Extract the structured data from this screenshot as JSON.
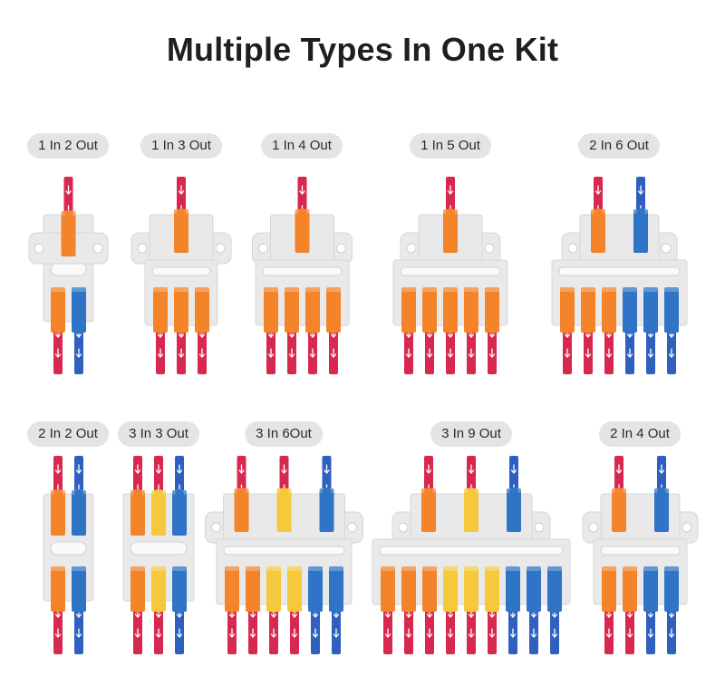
{
  "title": "Multiple Types In One Kit",
  "colors": {
    "orange": "#f3842a",
    "yellow": "#f5c93b",
    "blue": "#2f74c6",
    "red_wire": "#d9284f",
    "blue_wire": "#2f5fbf",
    "housing": "#e9e9e9",
    "label_bg": "#e4e4e4"
  },
  "connectors": [
    {
      "label": "1 In 2 Out",
      "inputs": [
        "red"
      ],
      "outputs": [
        "red",
        "blue"
      ]
    },
    {
      "label": "1 In 3 Out",
      "inputs": [
        "red"
      ],
      "outputs": [
        "red",
        "red",
        "red"
      ]
    },
    {
      "label": "1 In 4 Out",
      "inputs": [
        "red"
      ],
      "outputs": [
        "red",
        "red",
        "red",
        "red"
      ]
    },
    {
      "label": "1 In 5 Out",
      "inputs": [
        "red"
      ],
      "outputs": [
        "red",
        "red",
        "red",
        "red",
        "red"
      ]
    },
    {
      "label": "2 In 6 Out",
      "inputs": [
        "red",
        "blue"
      ],
      "outputs": [
        "red",
        "red",
        "red",
        "blue",
        "blue",
        "blue"
      ]
    },
    {
      "label": "2 In 2 Out",
      "inputs": [
        "red",
        "blue"
      ],
      "outputs": [
        "red",
        "blue"
      ]
    },
    {
      "label": "3 In 3 Out",
      "inputs": [
        "red",
        "yellow",
        "blue"
      ],
      "outputs": [
        "red",
        "yellow",
        "blue"
      ]
    },
    {
      "label": "3 In 6Out",
      "inputs": [
        "red",
        "yellow",
        "blue"
      ],
      "outputs": [
        "red",
        "red",
        "yellow",
        "yellow",
        "blue",
        "blue"
      ]
    },
    {
      "label": "3 In 9 Out",
      "inputs": [
        "red",
        "yellow",
        "blue"
      ],
      "outputs": [
        "red",
        "red",
        "red",
        "yellow",
        "yellow",
        "yellow",
        "blue",
        "blue",
        "blue"
      ]
    },
    {
      "label": "2 In 4 Out",
      "inputs": [
        "red",
        "blue"
      ],
      "outputs": [
        "red",
        "red",
        "blue",
        "blue"
      ]
    }
  ]
}
